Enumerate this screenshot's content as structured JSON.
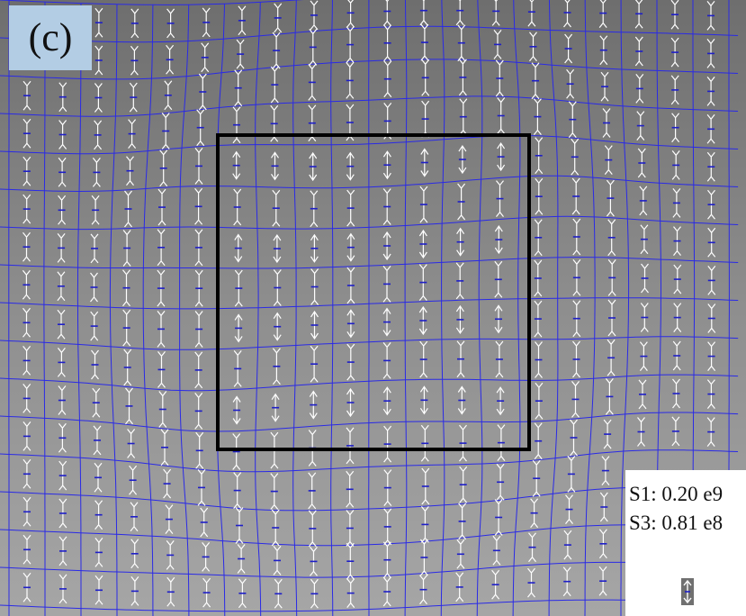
{
  "figure": {
    "panel_label": "(c)",
    "legend": {
      "s1": "S1: 0.20 e9",
      "s3": "S3: 0.81 e8"
    }
  },
  "colors": {
    "background": "#8a8a8a",
    "mesh": "#2a2ae6",
    "principal_stress_s1": "#ffffff",
    "principal_stress_s3": "#1e1ec8",
    "highlight_box": "#000000",
    "panel_label_bg": "#b3cde4"
  },
  "icons": {
    "legend_swatch": "stress-arrow-icon"
  }
}
